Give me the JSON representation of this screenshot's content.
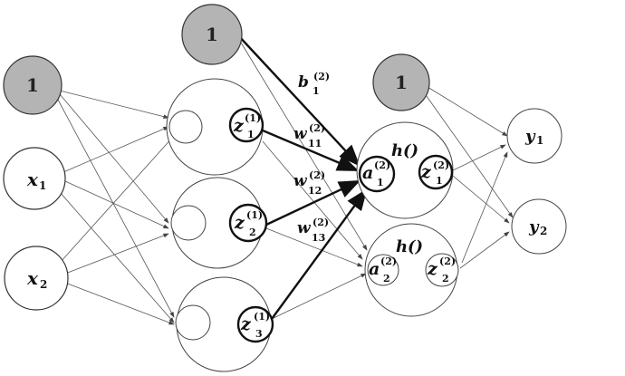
{
  "colors": {
    "ink": "#222222",
    "bias_fill": "#b4b4b4",
    "paper": "#ffffff"
  },
  "layer0": {
    "bias": "1",
    "x1": "x",
    "x1_sub": "1",
    "x2": "x",
    "x2_sub": "2"
  },
  "layer1": {
    "bias": "1",
    "z1": {
      "base": "z",
      "sup": "(1)",
      "sub": "1"
    },
    "z2": {
      "base": "z",
      "sup": "(1)",
      "sub": "2"
    },
    "z3": {
      "base": "z",
      "sup": "(1)",
      "sub": "3"
    }
  },
  "layer2": {
    "bias": "1",
    "h1": "h()",
    "h2": "h()",
    "a1": {
      "base": "a",
      "sup": "(2)",
      "sub": "1"
    },
    "a2": {
      "base": "a",
      "sup": "(2)",
      "sub": "2"
    },
    "z1": {
      "base": "z",
      "sup": "(2)",
      "sub": "1"
    },
    "z2": {
      "base": "z",
      "sup": "(2)",
      "sub": "2"
    }
  },
  "output": {
    "y1": "y",
    "y1_sub": "1",
    "y2": "y",
    "y2_sub": "2"
  },
  "weights": {
    "b1": {
      "base": "b",
      "sup": "(2)",
      "sub": "1"
    },
    "w11": {
      "base": "w",
      "sup": "(2)",
      "sub": "11"
    },
    "w12": {
      "base": "w",
      "sup": "(2)",
      "sub": "12"
    },
    "w13": {
      "base": "w",
      "sup": "(2)",
      "sub": "13"
    }
  }
}
